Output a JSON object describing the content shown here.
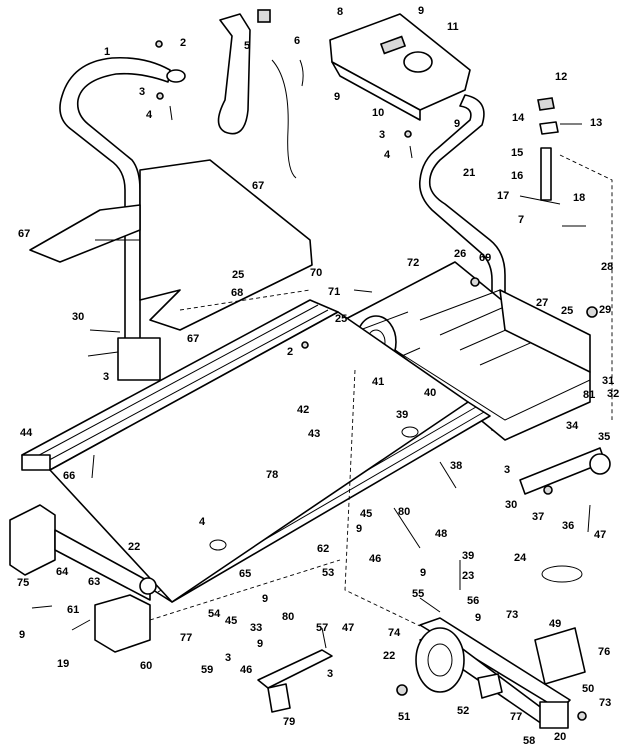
{
  "diagram": {
    "callouts": [
      "1",
      "2",
      "3",
      "4",
      "5",
      "6",
      "8",
      "9",
      "9",
      "10",
      "11",
      "12",
      "13",
      "14",
      "15",
      "16",
      "17",
      "7",
      "18",
      "3",
      "4",
      "9",
      "21",
      "67",
      "67",
      "68",
      "25",
      "26",
      "69",
      "70",
      "71",
      "72",
      "27",
      "25",
      "28",
      "29",
      "30",
      "3",
      "67",
      "25",
      "2",
      "41",
      "40",
      "31",
      "32",
      "81",
      "44",
      "42",
      "39",
      "43",
      "34",
      "35",
      "66",
      "78",
      "38",
      "3",
      "30",
      "45",
      "80",
      "48",
      "37",
      "36",
      "9",
      "46",
      "47",
      "4",
      "39",
      "22",
      "62",
      "53",
      "9",
      "23",
      "24",
      "75",
      "64",
      "63",
      "65",
      "9",
      "54",
      "45",
      "80",
      "55",
      "56",
      "73",
      "74",
      "49",
      "77",
      "9",
      "61",
      "33",
      "9",
      "3",
      "47",
      "57",
      "9",
      "76",
      "19",
      "60",
      "59",
      "46",
      "3",
      "22",
      "51",
      "52",
      "50",
      "77",
      "20",
      "73",
      "79",
      "58",
      "9"
    ]
  }
}
